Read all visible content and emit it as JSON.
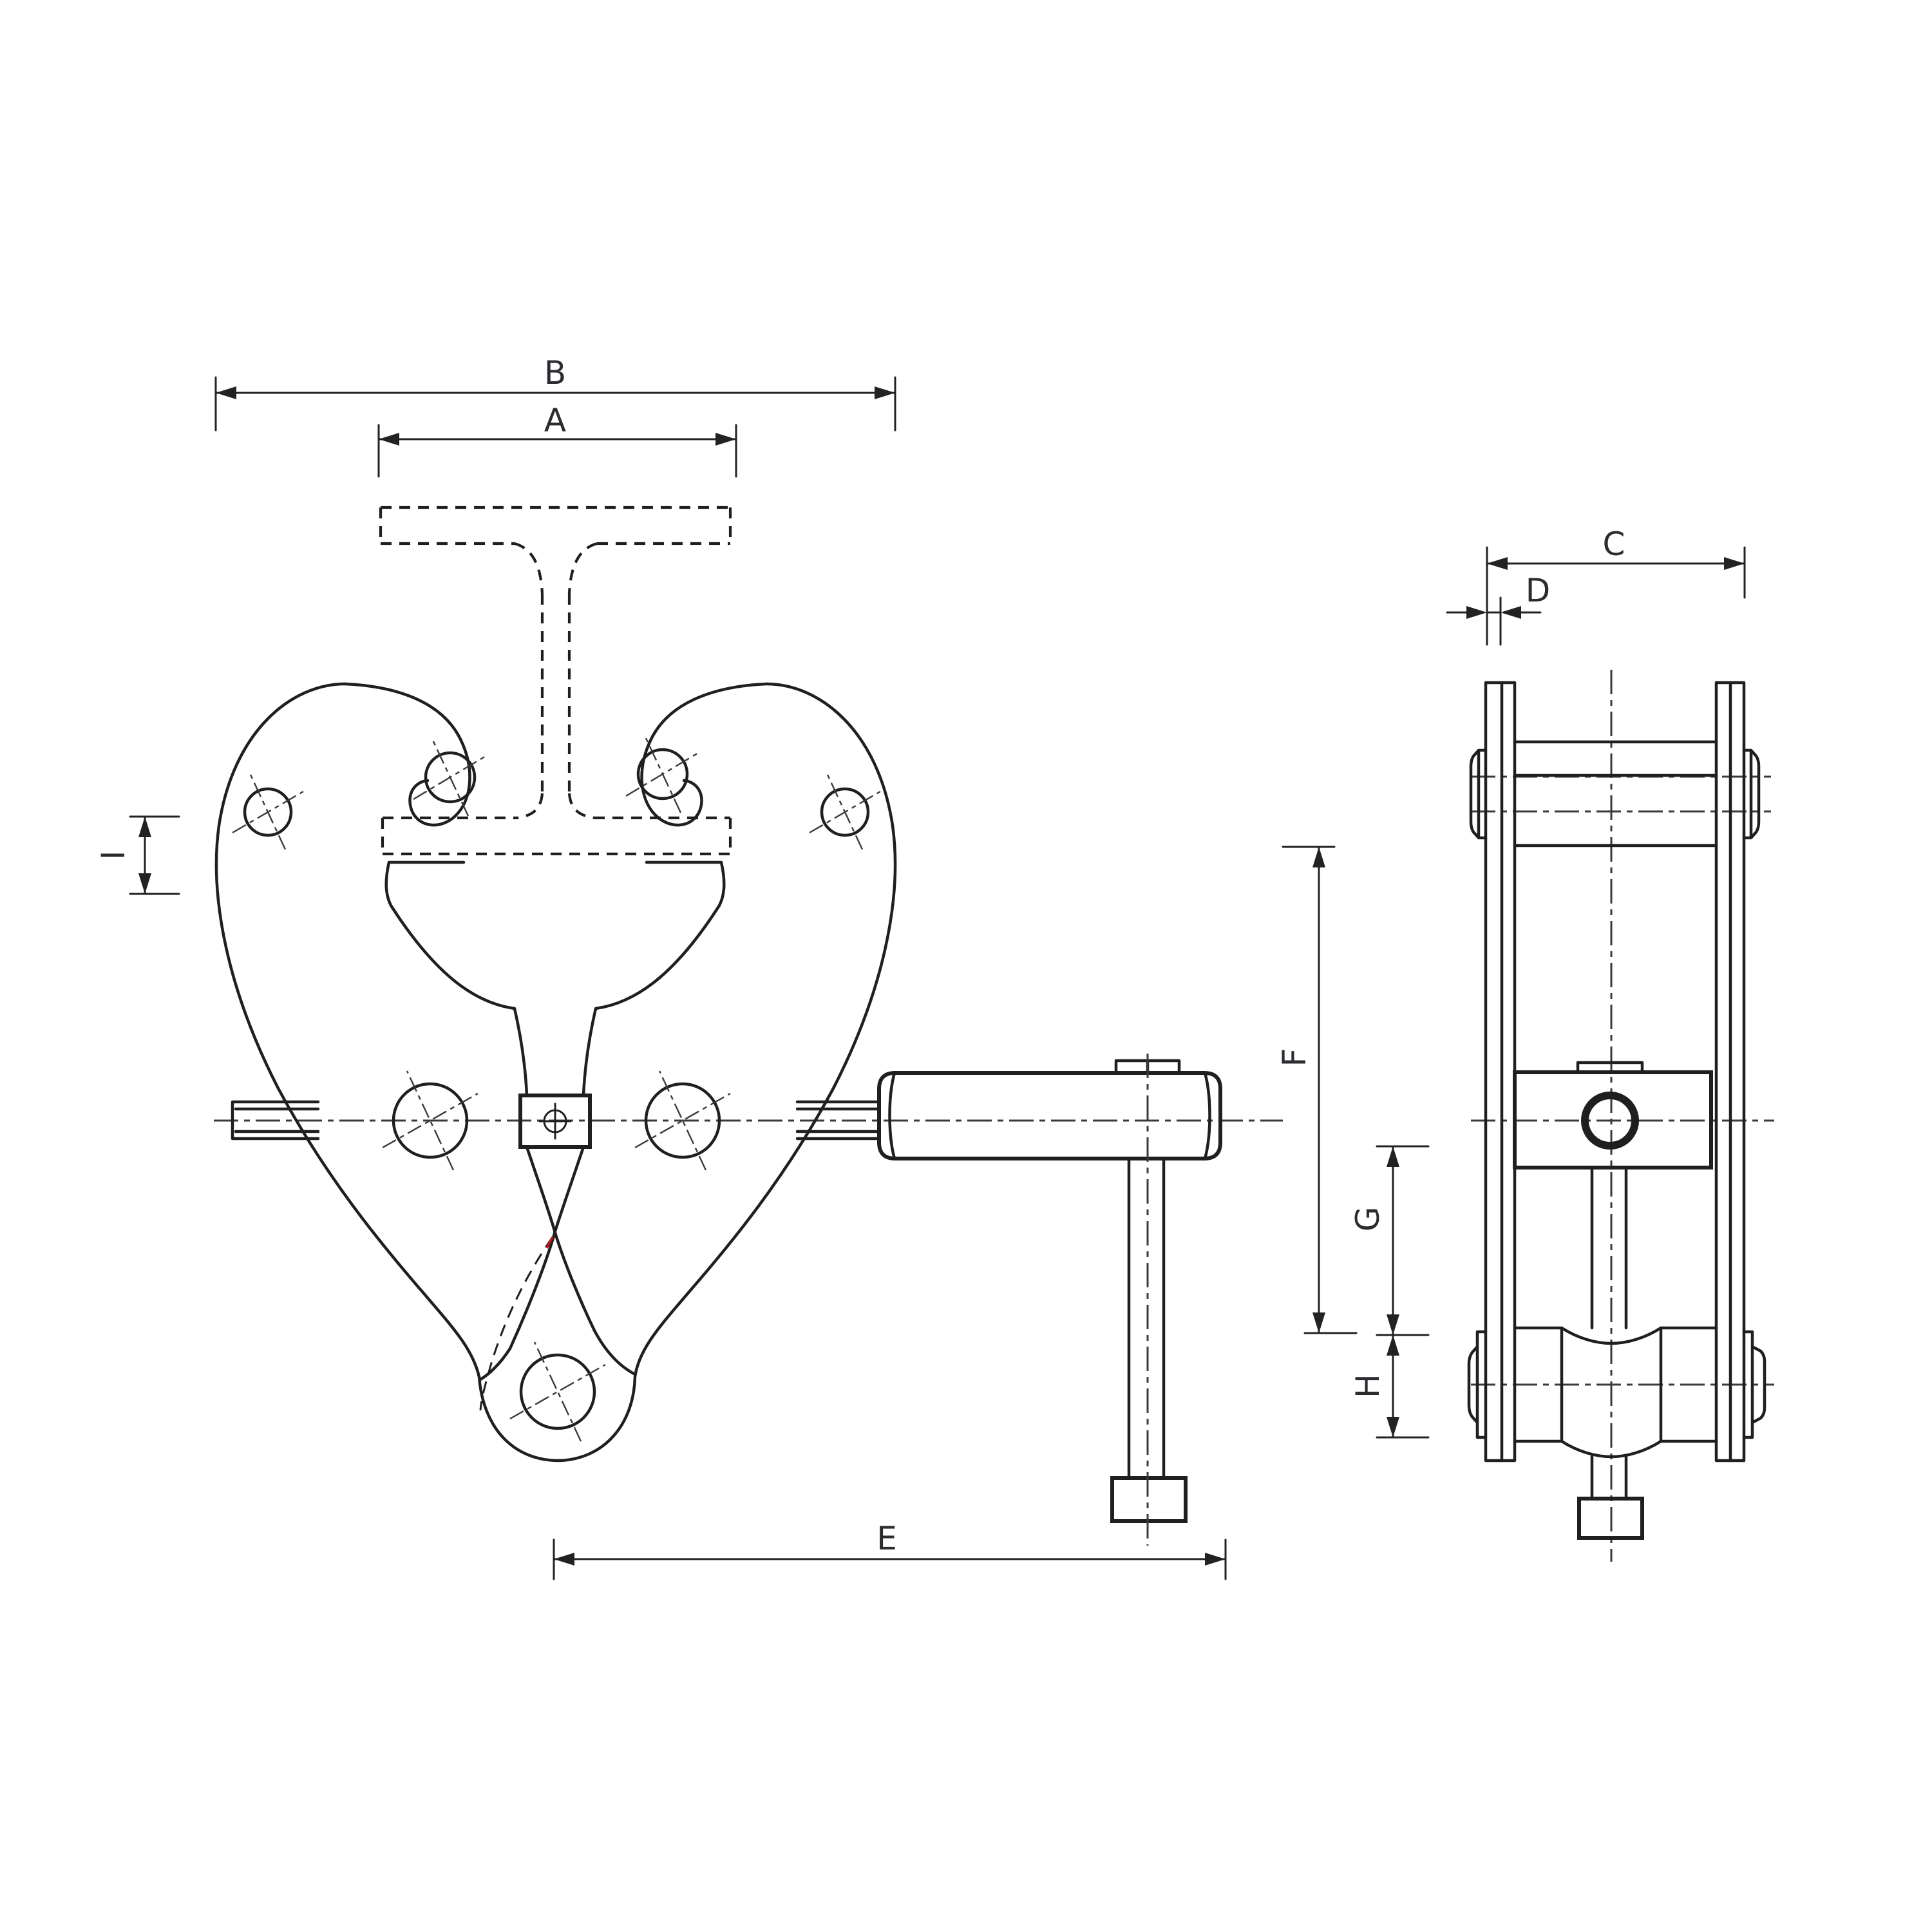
{
  "colors": {
    "line": "#1f1f1f",
    "label": "#2b2b30",
    "highlight_red": "#c3161c",
    "background": "#ffffff"
  },
  "views": {
    "front": {
      "dimensions": {
        "A": "A",
        "B": "B",
        "E": "E",
        "I": "I"
      }
    },
    "side": {
      "dimensions": {
        "C": "C",
        "D": "D",
        "F": "F",
        "G": "G",
        "H": "H"
      }
    }
  }
}
